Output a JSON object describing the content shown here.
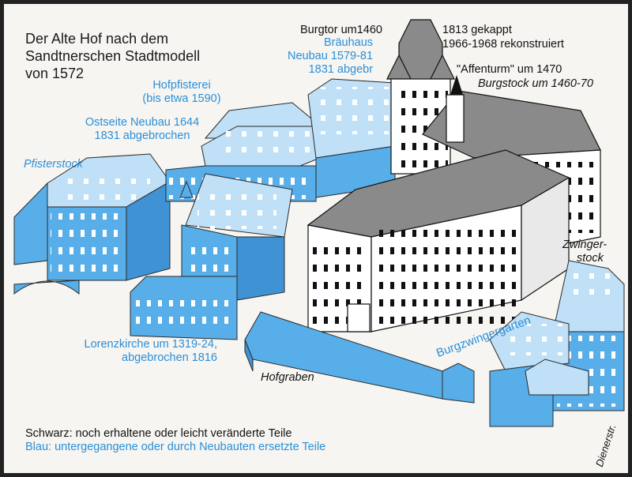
{
  "title_lines": [
    "Der Alte Hof nach dem",
    "Sandtnerschen Stadtmodell",
    "von 1572"
  ],
  "labels": {
    "burgtor": "Burgtor um1460",
    "gekappt_1": "1813 gekappt",
    "gekappt_2": "1966-1968 rekonstruiert",
    "brauhaus_1": "Bräuhaus",
    "brauhaus_2": "Neubau 1579-81",
    "brauhaus_3": "1831 abgebr",
    "affenturm": "\"Affenturm\" um 1470",
    "burgstock": "Burgstock um 1460-70",
    "hofpfisterei_1": "Hofpfisterei",
    "hofpfisterei_2": "(bis etwa 1590)",
    "ostseite_1": "Ostseite Neubau 1644",
    "ostseite_2": "1831 abgebrochen",
    "pfisterstock": "Pfisterstock",
    "zwinger_1": "Zwinger-",
    "zwinger_2": "stock",
    "burgzwingergarten": "Burgzwingergarten",
    "lorenz_1": "Lorenzkirche um 1319-24,",
    "lorenz_2": "abgebrochen 1816",
    "hofgraben": "Hofgraben",
    "dienerstr": "Dienerstr."
  },
  "legend": {
    "black": "Schwarz: noch erhaltene oder leicht veränderte Teile",
    "blue": "Blau: untergegangene oder durch Neubauten ersetzte Teile"
  },
  "colors": {
    "background": "#f6f5f1",
    "blue_text": "#2a8fd8",
    "blue_fill": "#58aee9",
    "blue_light": "#bfe0f7",
    "roof_gray": "#8a8a8a",
    "ink": "#111111"
  }
}
